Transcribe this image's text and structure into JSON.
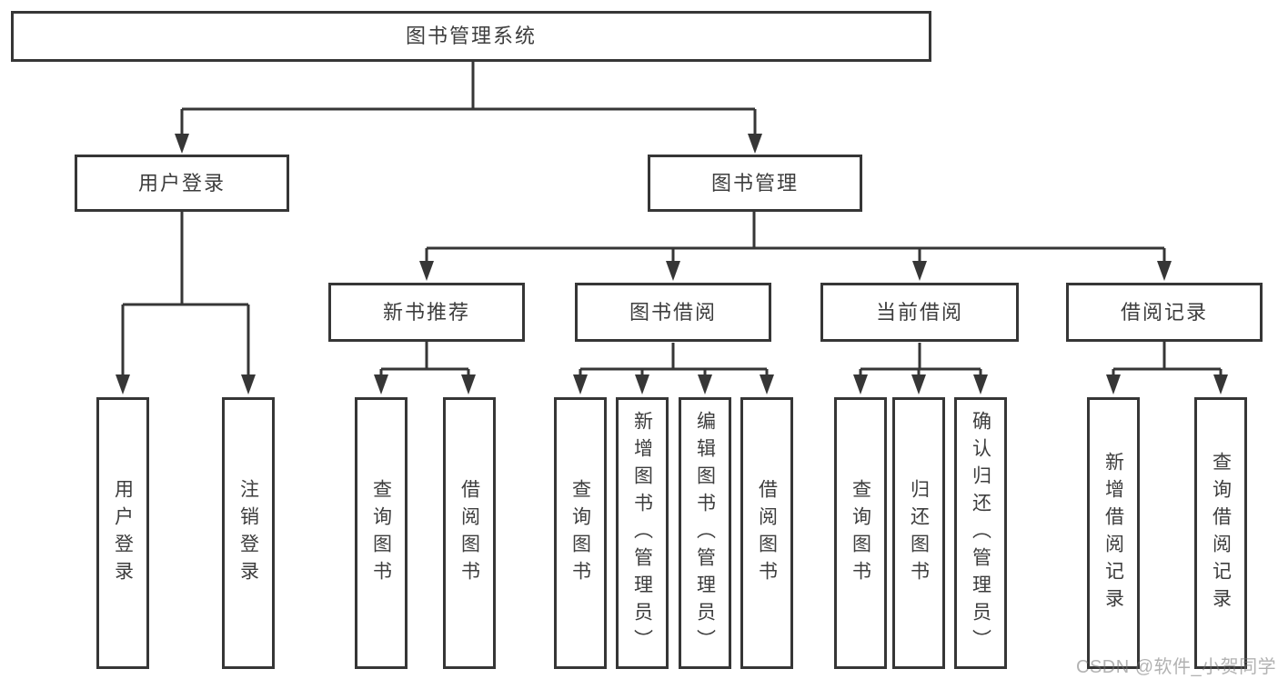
{
  "diagram_title": "图书管理系统",
  "colors": {
    "line": "#363636",
    "box_border": "#363636",
    "box_text": "#3d3d3d",
    "background": "#ffffff",
    "watermark_text": "#8c8c8c"
  },
  "watermark": {
    "text": "CSDN @软件_小贺同学"
  },
  "nodes": {
    "root": "图书管理系统",
    "user_login": "用户登录",
    "book_management": "图书管理",
    "new_book_recommendation": "新书推荐",
    "book_borrowing": "图书借阅",
    "current_borrowing": "当前借阅",
    "borrowing_records": "借阅记录",
    "login_user_login": "用户登录",
    "login_logout": "注销登录",
    "recommend_query_books": "查询图书",
    "recommend_borrow_books": "借阅图书",
    "borrow_query_books": "查询图书",
    "borrow_add_books_admin": "新增图书（管理员）",
    "borrow_edit_books_admin": "编辑图书（管理员）",
    "borrow_borrow_books": "借阅图书",
    "current_query_books": "查询图书",
    "current_return_books": "归还图书",
    "current_confirm_return_admin": "确认归还（管理员）",
    "records_add_borrow_record": "新增借阅记录",
    "records_query_borrow_record": "查询借阅记录"
  }
}
